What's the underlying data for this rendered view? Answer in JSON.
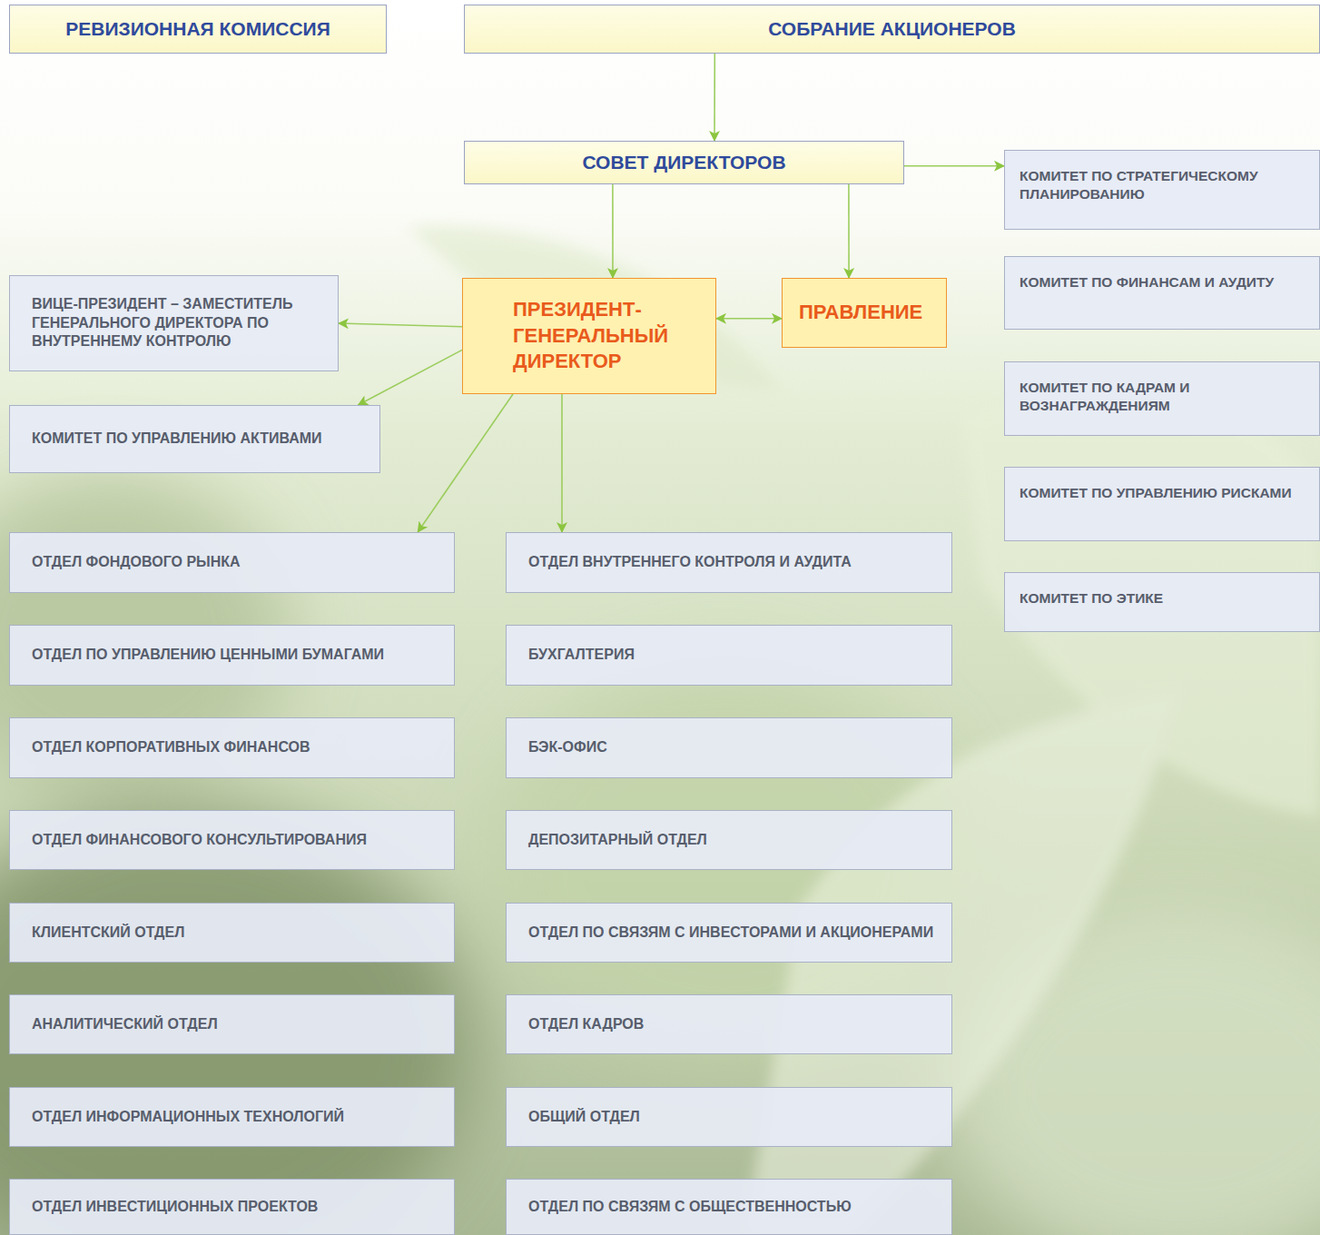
{
  "diagram": {
    "nodes": [
      {
        "text": [
          "РЕВИЗИОННАЯ КОМИССИЯ"
        ]
      },
      {
        "text": [
          "СОБРАНИЕ АКЦИОНЕРОВ"
        ]
      },
      {
        "text": [
          "СОВЕТ ДИРЕКТОРОВ"
        ]
      },
      {
        "text": [
          "КОМИТЕТ ПО СТРАТЕГИЧЕСКОМУ ПЛАНИРОВАНИЮ"
        ]
      },
      {
        "text": [
          "ВИЦЕ-ПРЕЗИДЕНТ – ЗАМЕСТИТЕЛЬ ГЕНЕРАЛЬНОГО ДИРЕКТОРА ПО ВНУТРЕННЕМУ КОНТРОЛЮ"
        ]
      },
      {
        "text": [
          "ПРЕЗИДЕНТ- ГЕНЕРАЛЬНЫЙ ДИРЕКТОР"
        ]
      },
      {
        "text": [
          "ПРАВЛЕНИЕ"
        ]
      },
      {
        "text": [
          "КОМИТЕТ ПО ФИНАНСАМ И АУДИТУ"
        ]
      },
      {
        "text": [
          "КОМИТЕТ ПО КАДРАМ И ВОЗНАГРАЖДЕНИЯМ"
        ]
      },
      {
        "text": [
          "КОМИТЕТ ПО УПРАВЛЕНИЮ АКТИВАМИ"
        ]
      },
      {
        "text": [
          "КОМИТЕТ ПО УПРАВЛЕНИЮ РИСКАМИ"
        ]
      },
      {
        "text": [
          "КОМИТЕТ ПО ЭТИКЕ"
        ]
      },
      {
        "text": [
          "ОТДЕЛ ФОНДОВОГО РЫНКА"
        ]
      },
      {
        "text": [
          "ОТДЕЛ ВНУТРЕННЕГО КОНТРОЛЯ И АУДИТА"
        ]
      },
      {
        "text": [
          "ОТДЕЛ ПО УПРАВЛЕНИЮ ЦЕННЫМИ БУМАГАМИ"
        ]
      },
      {
        "text": [
          "БУХГАЛТЕРИЯ"
        ]
      },
      {
        "text": [
          "ОТДЕЛ КОРПОРАТИВНЫХ ФИНАНСОВ"
        ]
      },
      {
        "text": [
          "БЭК-ОФИС"
        ]
      },
      {
        "text": [
          "ОТДЕЛ ФИНАНСОВОГО КОНСУЛЬТИРОВАНИЯ"
        ]
      },
      {
        "text": [
          "ДЕПОЗИТАРНЫЙ ОТДЕЛ"
        ]
      },
      {
        "text": [
          "КЛИЕНТСКИЙ ОТДЕЛ"
        ]
      },
      {
        "text": [
          "ОТДЕЛ ПО СВЯЗЯМ С ИНВЕСТОРАМИ И АКЦИОНЕРАМИ"
        ]
      },
      {
        "text": [
          "АНАЛИТИЧЕСКИЙ ОТДЕЛ"
        ]
      },
      {
        "text": [
          "ОТДЕЛ КАДРОВ"
        ]
      },
      {
        "text": [
          "ОТДЕЛ ИНФОРМАЦИОННЫХ ТЕХНОЛОГИЙ"
        ]
      },
      {
        "text": [
          "ОБЩИЙ ОТДЕЛ"
        ]
      },
      {
        "text": [
          "ОТДЕЛ ИНВЕСТИЦИОННЫХ ПРОЕКТОВ"
        ]
      },
      {
        "text": [
          "ОТДЕЛ ПО СВЯЗЯМ С ОБЩЕСТВЕННОСТЬЮ"
        ]
      }
    ],
    "edges": [
      {
        "from": 1,
        "to": 2,
        "arrow": "to"
      },
      {
        "from": 2,
        "to": 3,
        "arrow": "to"
      },
      {
        "from": 2,
        "to": 5,
        "arrow": "to"
      },
      {
        "from": 2,
        "to": 6,
        "arrow": "to"
      },
      {
        "from": 5,
        "to": 6,
        "arrow": "both"
      },
      {
        "from": 5,
        "to": 4,
        "arrow": "to"
      },
      {
        "from": 5,
        "to": 9,
        "arrow": "to"
      },
      {
        "from": 5,
        "to": 12,
        "arrow": "to"
      },
      {
        "from": 5,
        "to": 13,
        "arrow": "to"
      }
    ]
  }
}
